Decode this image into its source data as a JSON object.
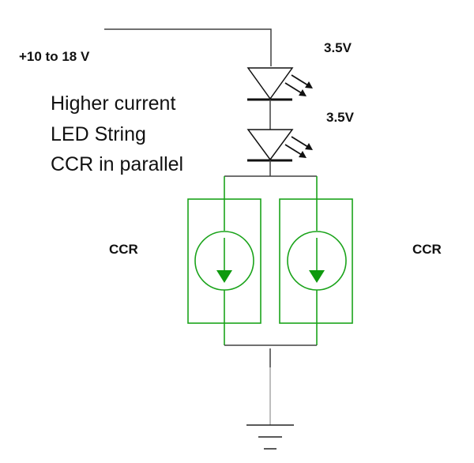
{
  "diagram": {
    "title": "Higher current LED String with CCRs in parallel",
    "supply_label": "+10 to 18 V",
    "description_lines": [
      "Higher current",
      "LED String",
      "CCR in parallel"
    ],
    "leds": [
      {
        "id": "led1",
        "voltage_label": "3.5V"
      },
      {
        "id": "led2",
        "voltage_label": "3.5V"
      }
    ],
    "ccrs": [
      {
        "id": "ccr-left",
        "label": "CCR"
      },
      {
        "id": "ccr-right",
        "label": "CCR"
      }
    ],
    "colors": {
      "wire": "#404040",
      "ccr": "#1aa31a",
      "text": "#111111"
    },
    "ground": "ground-symbol"
  }
}
